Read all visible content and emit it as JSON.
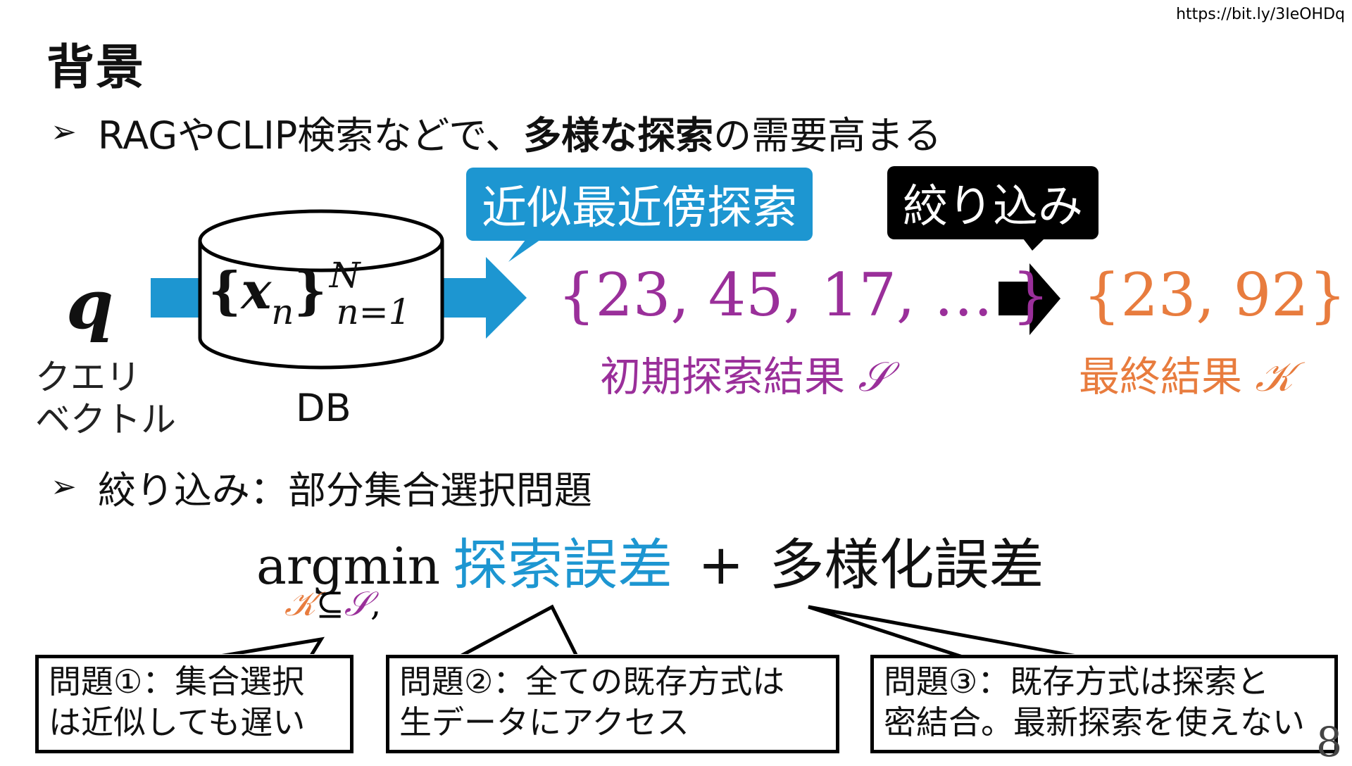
{
  "url": "https://bit.ly/3IeOHDq",
  "title": "背景",
  "bullet_marker": "➢",
  "bullet1": {
    "prefix": "RAGやCLIP検索などで、",
    "bold": "多様な探索",
    "suffix": "の需要高まる"
  },
  "callouts": {
    "ann": "近似最近傍探索",
    "filter": "絞り込み"
  },
  "query": {
    "symbol": "q",
    "label_line1": "クエリ",
    "label_line2": "ベクトル"
  },
  "db": {
    "open": "{",
    "var": "x",
    "sub": "n",
    "close": "}",
    "sup": "N",
    "lower": "n=1",
    "label": "DB"
  },
  "initial": {
    "set": "{23, 45, 17, … }",
    "label": "初期探索結果",
    "symbol": "𝒮"
  },
  "final": {
    "set": "{23, 92}",
    "label": "最終結果",
    "symbol": "𝒦"
  },
  "bullet2": "絞り込み：部分集合選択問題",
  "formula": {
    "argmin": "argmin",
    "search_error": "探索誤差",
    "plus": "+",
    "diversity_error": "多様化誤差",
    "constraint_k": "𝒦",
    "constraint_op": "⊆",
    "constraint_s": "𝒮",
    "constraint_comma": ","
  },
  "problems": [
    {
      "line1": "問題①：集合選択",
      "line2": "は近似しても遅い"
    },
    {
      "line1": "問題②：全ての既存方式は",
      "line2": "生データにアクセス"
    },
    {
      "line1": "問題③：既存方式は探索と",
      "line2": "密結合。最新探索を使えない"
    }
  ],
  "page_number": "8",
  "colors": {
    "accent_blue": "#1d96d1",
    "purple": "#9a2f9a",
    "orange": "#e87c3e",
    "black": "#000000"
  }
}
